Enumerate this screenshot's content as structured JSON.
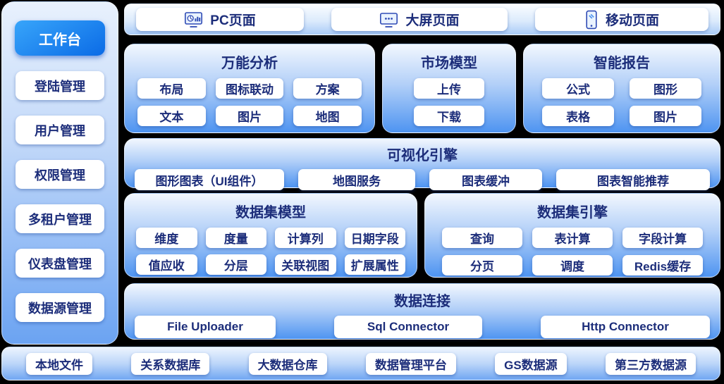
{
  "colors": {
    "background": "#000000",
    "accent_blue": "#0b6be6",
    "panel_bottom_blue": "#4e94f1",
    "text_navy": "#1c2d7a",
    "button_white": "#ffffff"
  },
  "sidebar": {
    "items": [
      {
        "label": "工作台",
        "active": true
      },
      {
        "label": "登陆管理",
        "active": false
      },
      {
        "label": "用户管理",
        "active": false
      },
      {
        "label": "权限管理",
        "active": false
      },
      {
        "label": "多租户管理",
        "active": false
      },
      {
        "label": "仪表盘管理",
        "active": false
      },
      {
        "label": "数据源管理",
        "active": false
      }
    ]
  },
  "top_row": {
    "items": [
      {
        "icon": "pc-screen-chart-icon",
        "label": "PC页面"
      },
      {
        "icon": "big-screen-icon",
        "label": "大屏页面"
      },
      {
        "icon": "mobile-phone-icon",
        "label": "移动页面"
      }
    ]
  },
  "panels": {
    "universal_analysis": {
      "title": "万能分析",
      "buttons": [
        "布局",
        "图标联动",
        "方案",
        "文本",
        "图片",
        "地图"
      ]
    },
    "market_model": {
      "title": "市场模型",
      "buttons": [
        "上传",
        "下载"
      ]
    },
    "smart_report": {
      "title": "智能报告",
      "buttons": [
        "公式",
        "图形",
        "表格",
        "图片"
      ]
    },
    "viz_engine": {
      "title": "可视化引擎",
      "buttons": [
        "图形图表（UI组件）",
        "地图服务",
        "图表缓冲",
        "图表智能推荐"
      ]
    },
    "dataset_model": {
      "title": "数据集模型",
      "buttons": [
        "维度",
        "度量",
        "计算列",
        "日期字段",
        "值应收",
        "分层",
        "关联视图",
        "扩展属性"
      ]
    },
    "dataset_engine": {
      "title": "数据集引擎",
      "buttons": [
        "查询",
        "表计算",
        "字段计算",
        "分页",
        "调度",
        "Redis缓存"
      ]
    },
    "data_connect": {
      "title": "数据连接",
      "buttons": [
        "File Uploader",
        "Sql Connector",
        "Http Connector"
      ]
    }
  },
  "bottom_bar": {
    "items": [
      "本地文件",
      "关系数据库",
      "大数据仓库",
      "数据管理平台",
      "GS数据源",
      "第三方数据源"
    ]
  }
}
